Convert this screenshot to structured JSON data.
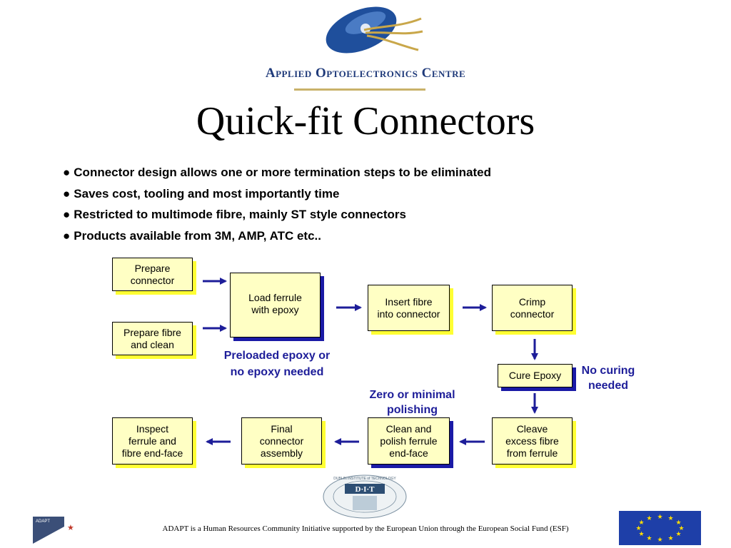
{
  "header": {
    "org_name": "Applied Optoelectronics Centre",
    "title": "Quick-fit Connectors"
  },
  "bullets": [
    "Connector design allows one or more termination steps to be eliminated",
    "Saves cost, tooling and most importantly time",
    "Restricted to multimode fibre, mainly ST style connectors",
    "Products available from 3M, AMP, ATC etc.."
  ],
  "bullet_symbol": "●",
  "flow": {
    "prepare_connector": "Prepare\nconnector",
    "prepare_fibre": "Prepare fibre\nand clean",
    "load_ferrule": "Load ferrule\nwith epoxy",
    "insert_fibre": "Insert fibre\ninto connector",
    "crimp": "Crimp\nconnector",
    "cure_epoxy": "Cure Epoxy",
    "cleave": "Cleave\nexcess fibre\nfrom ferrule",
    "clean_polish": "Clean and\npolish ferrule\nend-face",
    "final_assembly": "Final\nconnector\nassembly",
    "inspect": "Inspect\nferrule and\nfibre end-face"
  },
  "notes": {
    "preloaded": "Preloaded epoxy or\nno epoxy needed",
    "no_curing": "No curing\nneeded",
    "zero_polishing": "Zero or minimal\npolishing"
  },
  "footer": {
    "text": "ADAPT is a Human Resources Community Initiative supported by the European Union through the European Social Fund (ESF)",
    "adapt_label": "ADAPT",
    "dit_label": "D·I·T",
    "dit_ring": "DUBLIN INSTITUTE of TECHNOLOGY"
  },
  "colors": {
    "box_fill": "#ffffc4",
    "yellow_shadow": "#ffff33",
    "blue_shadow": "#1a1aa6",
    "arrow": "#1d1d99",
    "note_text": "#1d1d99",
    "brand": "#1f3a7a",
    "eu_blue": "#003399",
    "eu_star": "#ffdd00"
  }
}
